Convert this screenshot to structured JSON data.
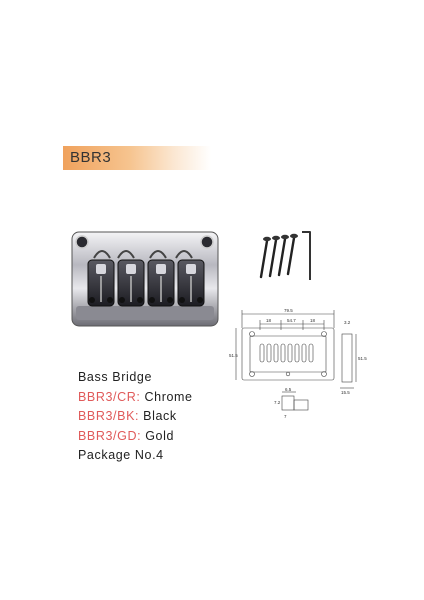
{
  "header": {
    "model": "BBR3",
    "accent_color": "#f0a25d"
  },
  "description": {
    "product": "Bass Bridge",
    "variants": [
      {
        "code": "BBR3/CR",
        "sep": ": ",
        "finish": "Chrome"
      },
      {
        "code": "BBR3/BK",
        "sep": ": ",
        "finish": "Black"
      },
      {
        "code": "BBR3/GD",
        "sep": ": ",
        "finish": "Gold"
      }
    ],
    "package": "Package No.4",
    "code_color": "#e05a5a"
  },
  "drawing": {
    "dimensions": {
      "overall_width": "79.5",
      "left_spacing": "18",
      "center_spacing": "54.7",
      "right_spacing": "18",
      "height_left": "51.5",
      "height_right": "51.5",
      "top_offset": "3.2",
      "side_depth": "15.5",
      "saddle_width": "6.5",
      "saddle_height_a": "7.2",
      "saddle_height_b": "7"
    }
  }
}
